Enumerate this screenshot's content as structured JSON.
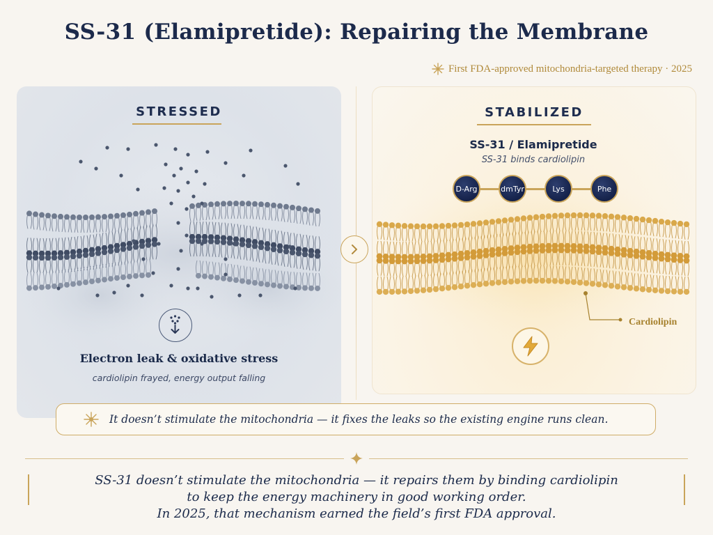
{
  "title": "SS-31 (Elamipretide): Repairing the Membrane",
  "fda_note": "First FDA-approved mitochondria-targeted therapy · 2025",
  "colors": {
    "navy": "#1b2a4a",
    "gold": "#c9a45a",
    "stressed_gray": "#6b7689",
    "stabilized_gold": "#d9a84a"
  },
  "left_panel": {
    "label": "STRESSED",
    "icon": "electron-leak-icon",
    "caption": "Electron leak & oxidative stress",
    "subcaption": "cardiolipin frayed, energy output falling"
  },
  "right_panel": {
    "label": "STABILIZED",
    "drug_name": "SS-31 / Elamipretide",
    "drug_sub": "SS-31 binds cardiolipin",
    "peptide": [
      "D-Arg",
      "dmTyr",
      "Lys",
      "Phe"
    ],
    "cardiolipin_label": "Cardiolipin",
    "icon": "lightning-bolt-icon"
  },
  "transition_icon": "chevron-right-icon",
  "quote": "It doesn’t stimulate the mitochondria — it fixes the leaks so the existing engine runs clean.",
  "summary": {
    "line1": "SS-31 doesn’t stimulate the mitochondria — it repairs them by binding cardiolipin",
    "line2": "to keep the energy machinery in good working order.",
    "line3": "In 2025, that mechanism earned the field’s first FDA approval."
  }
}
